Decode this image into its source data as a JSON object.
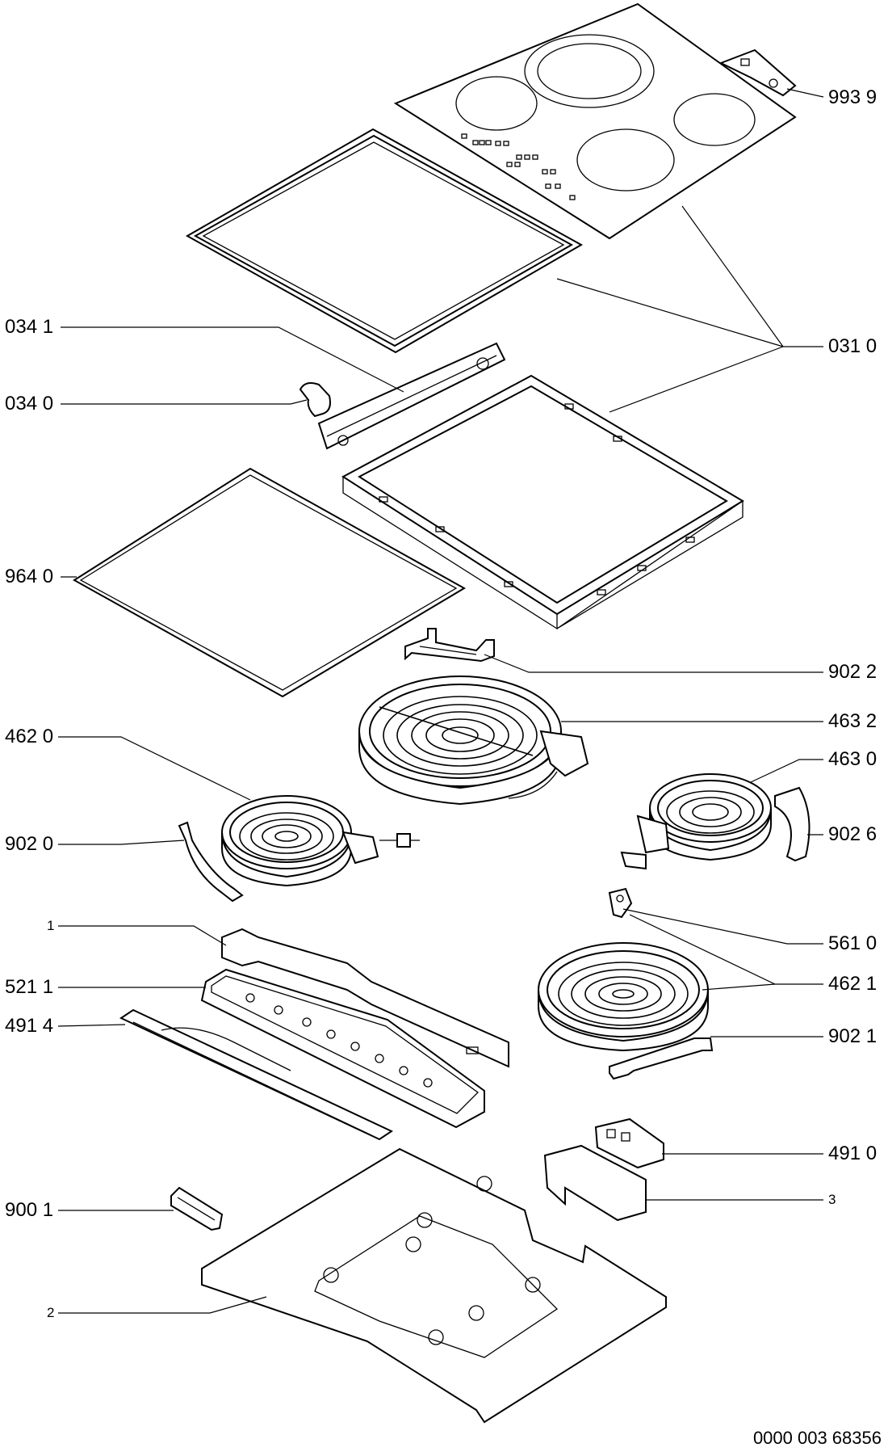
{
  "callouts": {
    "c_993_9": "993 9",
    "c_031_0": "031 0",
    "c_034_1": "034 1",
    "c_034_0": "034 0",
    "c_964_0": "964 0",
    "c_902_2": "902 2",
    "c_463_2": "463 2",
    "c_462_0": "462 0",
    "c_463_0": "463 0",
    "c_902_0": "902 0",
    "c_902_6": "902 6",
    "c_1": "1",
    "c_561_0": "561 0",
    "c_521_1": "521 1",
    "c_462_1": "462 1",
    "c_491_4": "491 4",
    "c_902_1": "902 1",
    "c_491_0": "491 0",
    "c_900_1": "900 1",
    "c_3": "3",
    "c_2": "2"
  },
  "document_number": "0000 003 68356"
}
